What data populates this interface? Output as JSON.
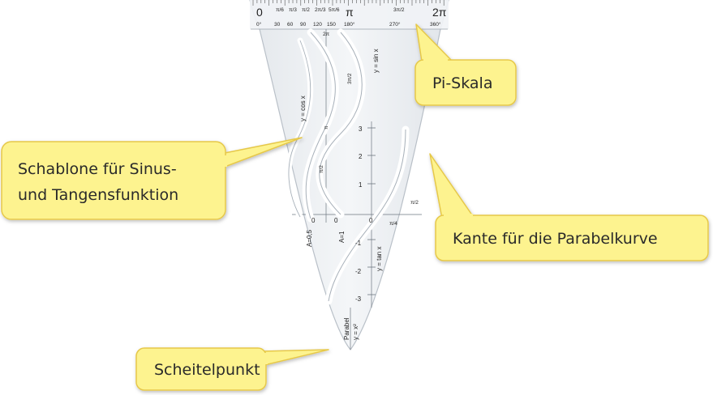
{
  "callouts": {
    "pi_scale": "Pi-Skala",
    "template_line1": "Schablone für Sinus-",
    "template_line2": "und Tangensfunktion",
    "parabola_edge": "Kante für die Parabelkurve",
    "vertex": "Scheitelpunkt"
  },
  "scale": {
    "pi_ticks": [
      "0",
      "π/6",
      "π/3",
      "π/2",
      "2π/3",
      "5π/6",
      "π",
      "3π/2",
      "2π"
    ],
    "deg_ticks": [
      "0°",
      "30",
      "60",
      "90",
      "120",
      "150",
      "180°",
      "270°",
      "360°"
    ]
  },
  "template_labels": {
    "cos": "y = cos x",
    "sin": "y = sin x",
    "tan": "y = tan x",
    "amp_a": "A=0,5",
    "amp_b": "A=1",
    "parabola": "Parabel",
    "parabola_eq": "y = x²",
    "pi": "π",
    "two_pi": "2π",
    "three_pi_half": "3π/2",
    "pi_half": "π/2",
    "pi_quarter": "π/4",
    "zero": "0",
    "t3": "3",
    "t2": "2",
    "t1": "1",
    "tm1": "-1",
    "tm2": "-2",
    "tm3": "-3"
  },
  "colors": {
    "callout_fill": "#fdf38f",
    "callout_stroke": "#e6c84a",
    "plastic": "#eef1f4"
  }
}
